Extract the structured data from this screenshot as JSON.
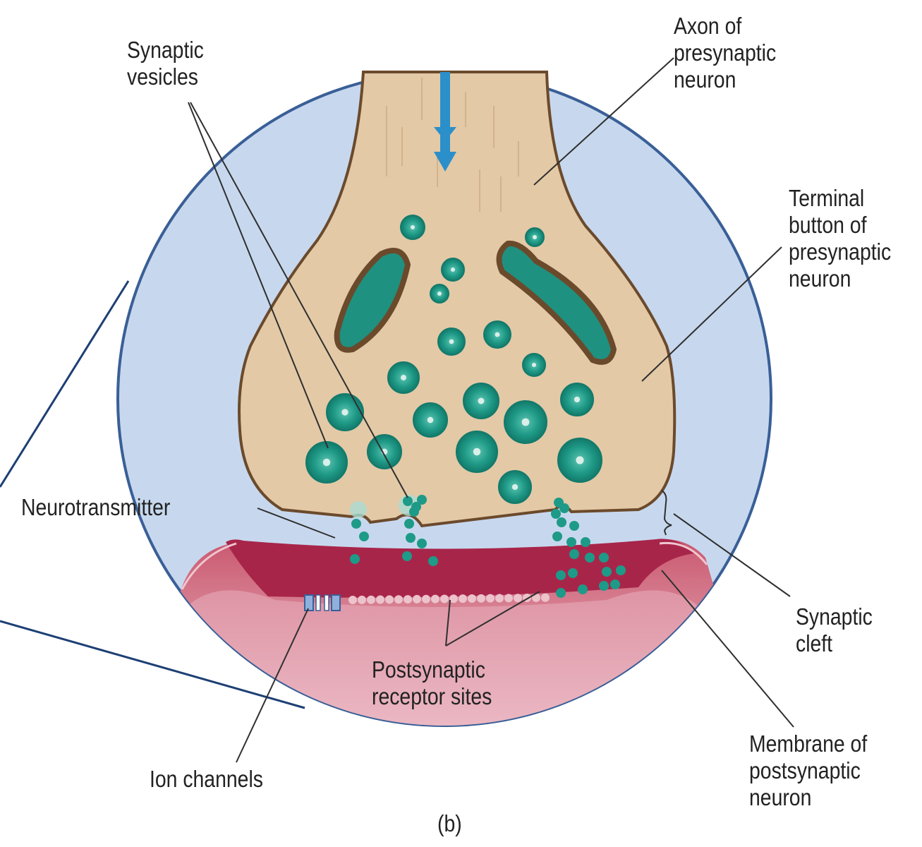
{
  "colors": {
    "background": "#ffffff",
    "circle_fill": "#c7d8ee",
    "circle_outline": "#3a5f97",
    "axon_fill": "#e3c9a6",
    "axon_outline": "#6b4a2c",
    "vesicle": "#1e9a88",
    "mitochondria": "#1f9180",
    "arrow": "#2b8fc9",
    "post_membrane": "#a8254a",
    "post_body": "#d58aa0"
  },
  "labels": {
    "synaptic_vesicles": [
      "Synaptic",
      "vesicles"
    ],
    "axon": [
      "Axon of",
      "presynaptic",
      "neuron"
    ],
    "terminal_button": [
      "Terminal",
      "button of",
      "presynaptic",
      "neuron"
    ],
    "neurotransmitter": [
      "Neurotransmitter"
    ],
    "synaptic_cleft": [
      "Synaptic",
      "cleft"
    ],
    "postsynaptic_receptor_sites": [
      "Postsynaptic",
      "receptor sites"
    ],
    "ion_channels": [
      "Ion channels"
    ],
    "membrane_postsynaptic": [
      "Membrane of",
      "postsynaptic",
      "neuron"
    ],
    "panel": [
      "(b)"
    ]
  }
}
